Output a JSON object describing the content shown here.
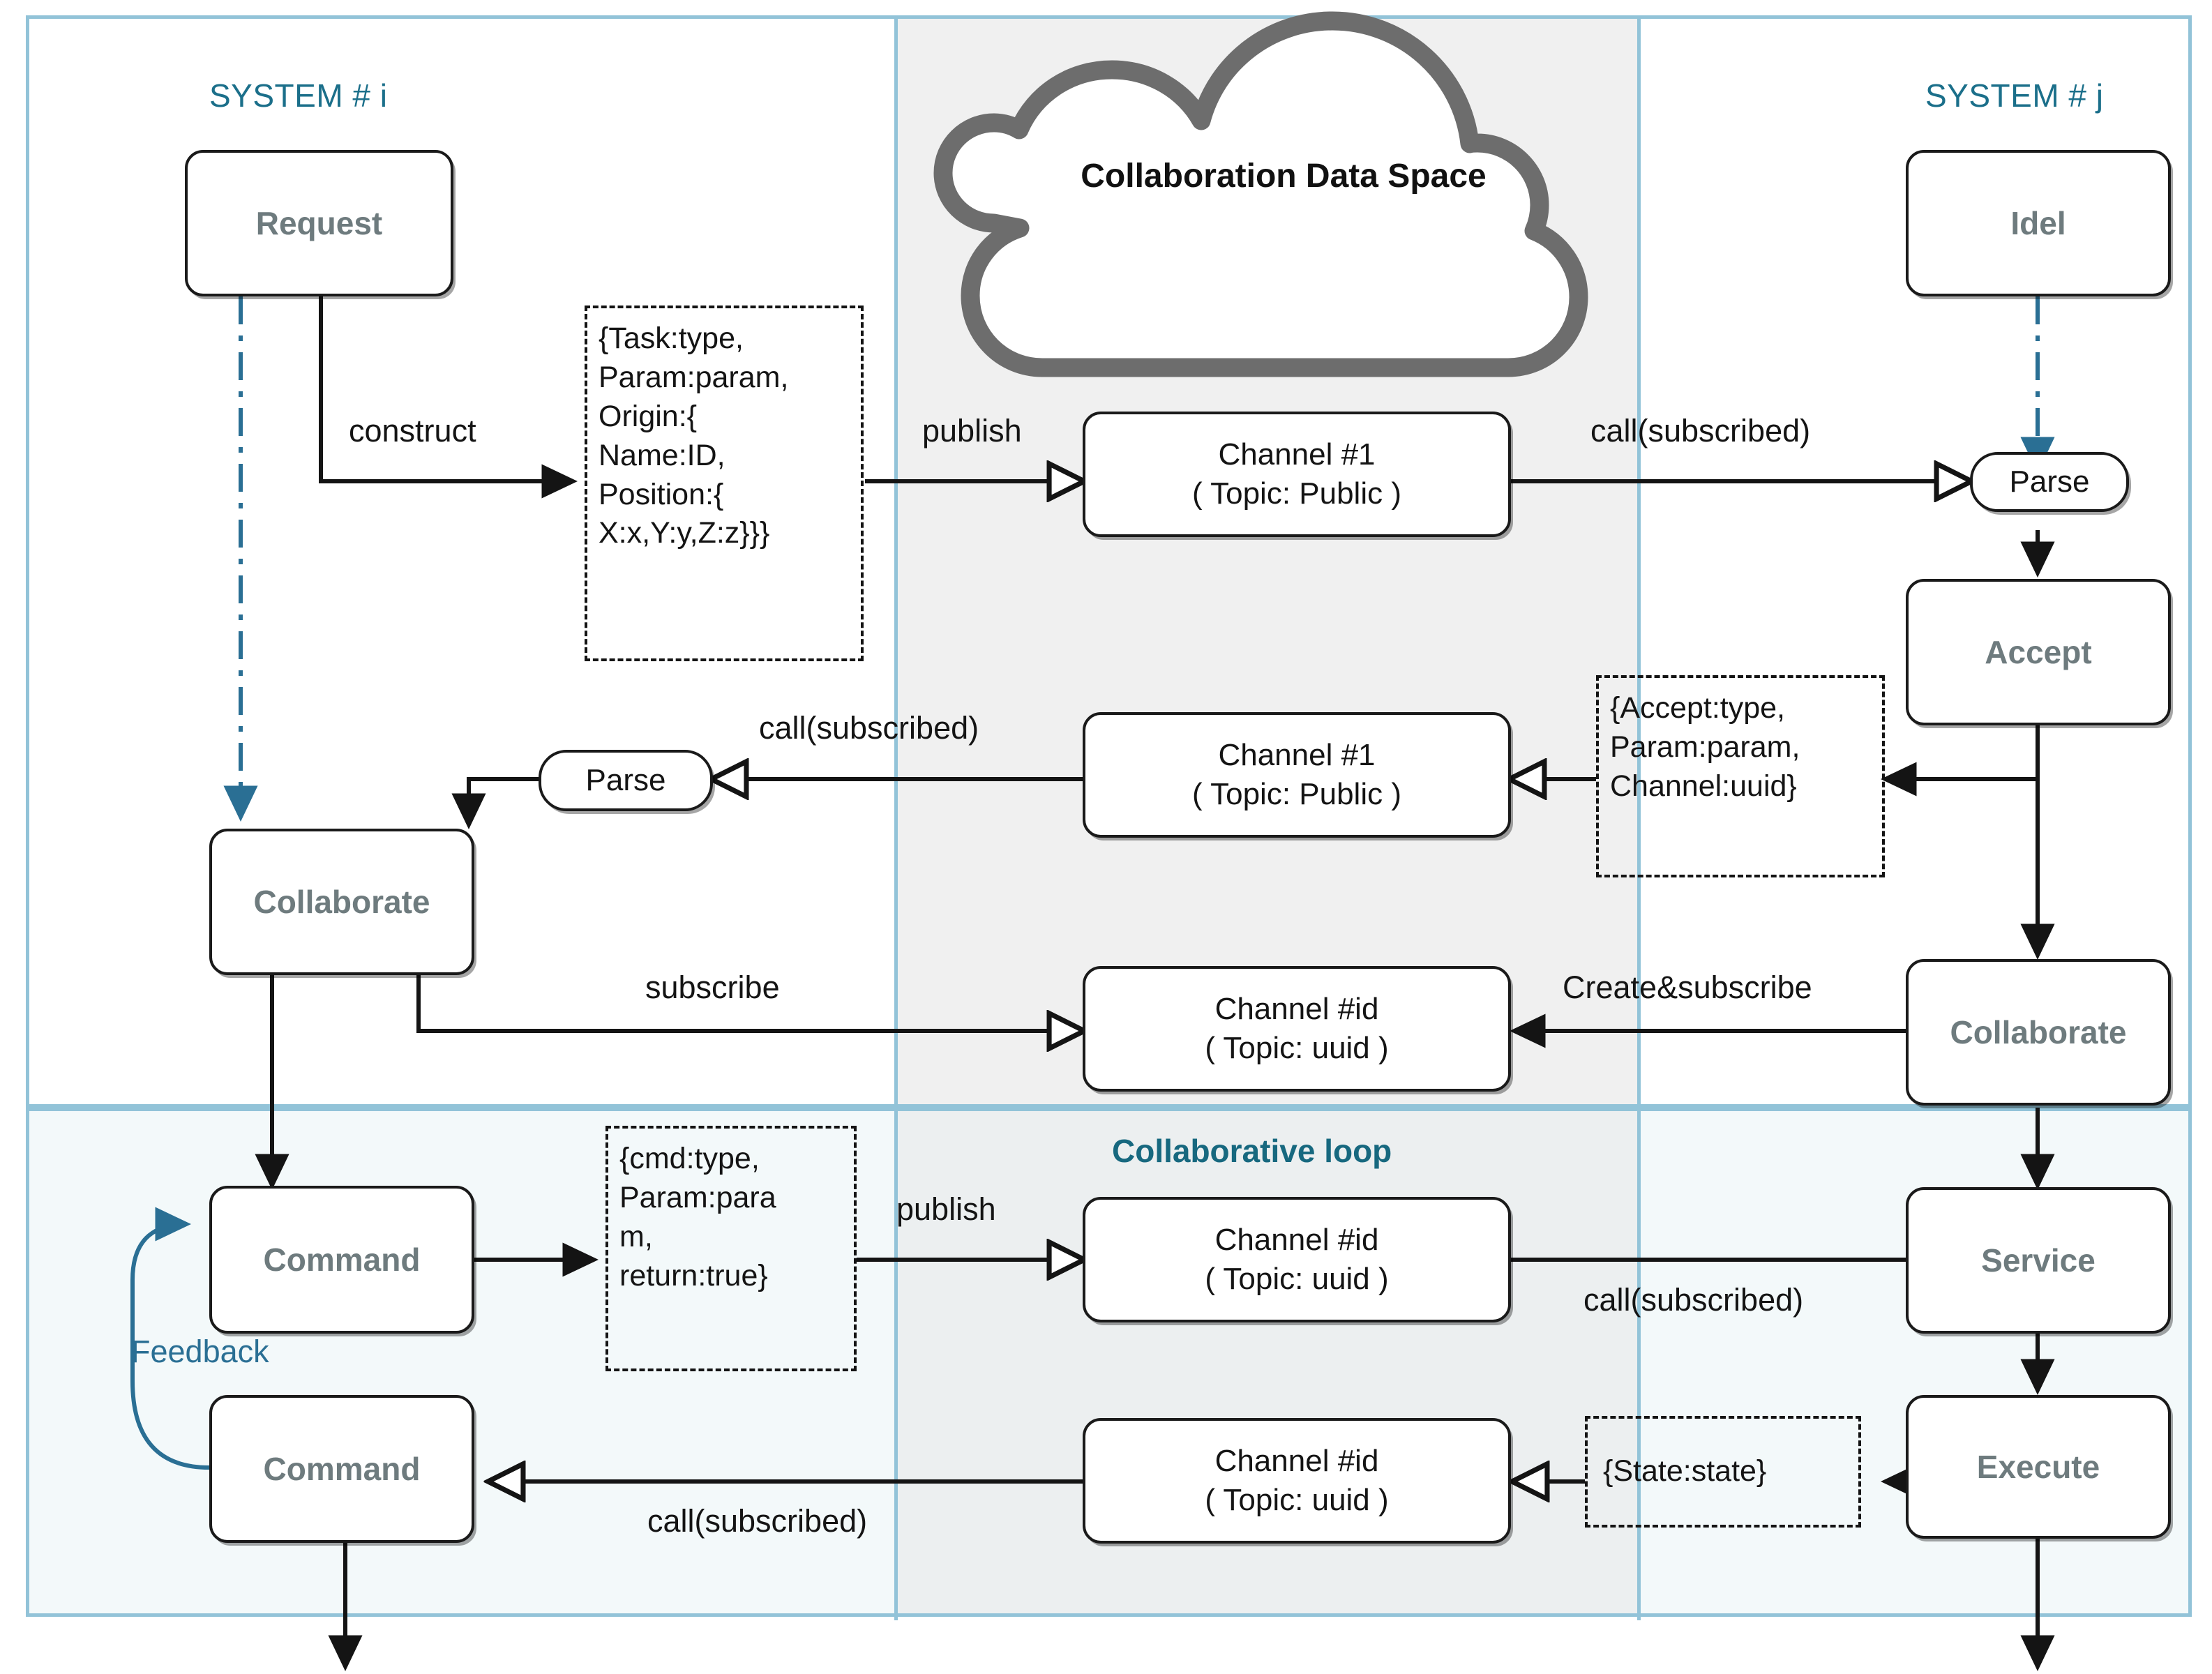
{
  "lanes": {
    "system_i": "SYSTEM # i",
    "system_j": "SYSTEM # j",
    "collaborative_loop": "Collaborative loop"
  },
  "cloud": {
    "label": "Collaboration Data Space"
  },
  "states": {
    "request": "Request",
    "collaborate_i": "Collaborate",
    "command_top": "Command",
    "command_bottom": "Command",
    "idel": "Idel",
    "accept": "Accept",
    "collaborate_j": "Collaborate",
    "service": "Service",
    "execute": "Execute",
    "parse_left": "Parse",
    "parse_right": "Parse"
  },
  "channels": {
    "public_1": {
      "line1": "Channel #1",
      "line2": "( Topic: Public )"
    },
    "public_2": {
      "line1": "Channel #1",
      "line2": "( Topic: Public )"
    },
    "uuid_1": {
      "line1": "Channel #id",
      "line2": "( Topic: uuid )"
    },
    "uuid_2": {
      "line1": "Channel #id",
      "line2": "( Topic: uuid )"
    },
    "uuid_3": {
      "line1": "Channel #id",
      "line2": "( Topic: uuid )"
    }
  },
  "notes": {
    "task": "{Task:type,\nParam:param,\nOrigin:{\nName:ID,\nPosition:{\nX:x,Y:y,Z:z}}}",
    "accept": "{Accept:type,\nParam:param,\nChannel:uuid}",
    "cmd": "{cmd:type,\nParam:para\nm,\nreturn:true}",
    "state": "{State:state}"
  },
  "edges": {
    "construct": "construct",
    "publish_top": "publish",
    "call_subscribed_top_right": "call(subscribed)",
    "call_subscribed_mid_left": "call(subscribed)",
    "subscribe": "subscribe",
    "create_subscribe": "Create&subscribe",
    "publish_loop": "publish",
    "call_subscribed_loop_right": "call(subscribed)",
    "call_subscribed_loop_left": "call(subscribed)",
    "feedback": "Feedback"
  },
  "colors": {
    "lane_border": "#92c3d8",
    "lane_title": "#1b6f8a",
    "section_title": "#17687f",
    "state_label": "#6e7b7e",
    "band": "#f0f0f0",
    "bottom_band": "#f3f9fa",
    "blue_flow": "#2a6f94",
    "cloud_stroke": "#6d6d6d",
    "ink": "#141414"
  }
}
